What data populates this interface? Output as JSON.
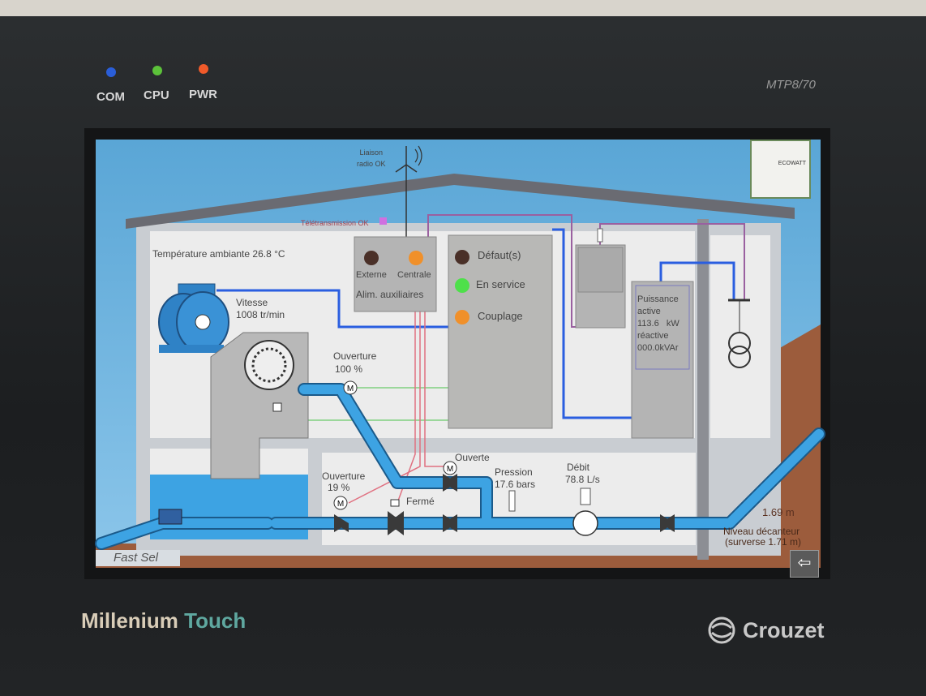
{
  "panel": {
    "leds": [
      {
        "label": "COM",
        "color": "#2a5ed8"
      },
      {
        "label": "CPU",
        "color": "#5cc23a"
      },
      {
        "label": "PWR",
        "color": "#f05a2a"
      }
    ],
    "model": "MTP8/70",
    "brand_a": "Millenium",
    "brand_b": "Touch",
    "manufacturer": "Crouzet"
  },
  "screen": {
    "logo": "ECOWATT",
    "radio": {
      "line1": "Liaison",
      "line2": "radio OK"
    },
    "teletransmission": "Télétransmission OK",
    "temperature": "Température ambiante 26.8 °C",
    "speed": {
      "label": "Vitesse",
      "value": "1008 tr/min"
    },
    "aux": {
      "externe": "Externe",
      "centrale": "Centrale",
      "title": "Alim. auxiliaires"
    },
    "status": {
      "defaut": "Défaut(s)",
      "en_service": "En service",
      "couplage": "Couplage"
    },
    "power": {
      "title1": "Puissance",
      "title2": "active",
      "active_value": "113.6",
      "active_unit": "kW",
      "reactive_label": "réactive",
      "reactive_value": "000.0",
      "reactive_unit": "kVAr"
    },
    "opening_top": {
      "label": "Ouverture",
      "value": "100  %"
    },
    "opening_bottom": {
      "label": "Ouverture",
      "value": "19   %"
    },
    "valve_open": "Ouverte",
    "valve_closed": "Fermé",
    "pressure": {
      "label": "Pression",
      "value": "17.6 bars"
    },
    "flow": {
      "label": "Débit",
      "value": "78.8 L/s"
    },
    "level": {
      "value": "1.69  m",
      "label": "Niveau décanteur",
      "overflow": "(surverse 1.71 m)"
    },
    "fast_sel": "Fast Sel",
    "back_icon": "arrow-left-icon",
    "colors": {
      "pipe": "#3da3e3",
      "led_off": "#4a3028",
      "led_orange": "#f0902a",
      "led_green": "#4ee04a",
      "telet": "#d070e0"
    }
  }
}
